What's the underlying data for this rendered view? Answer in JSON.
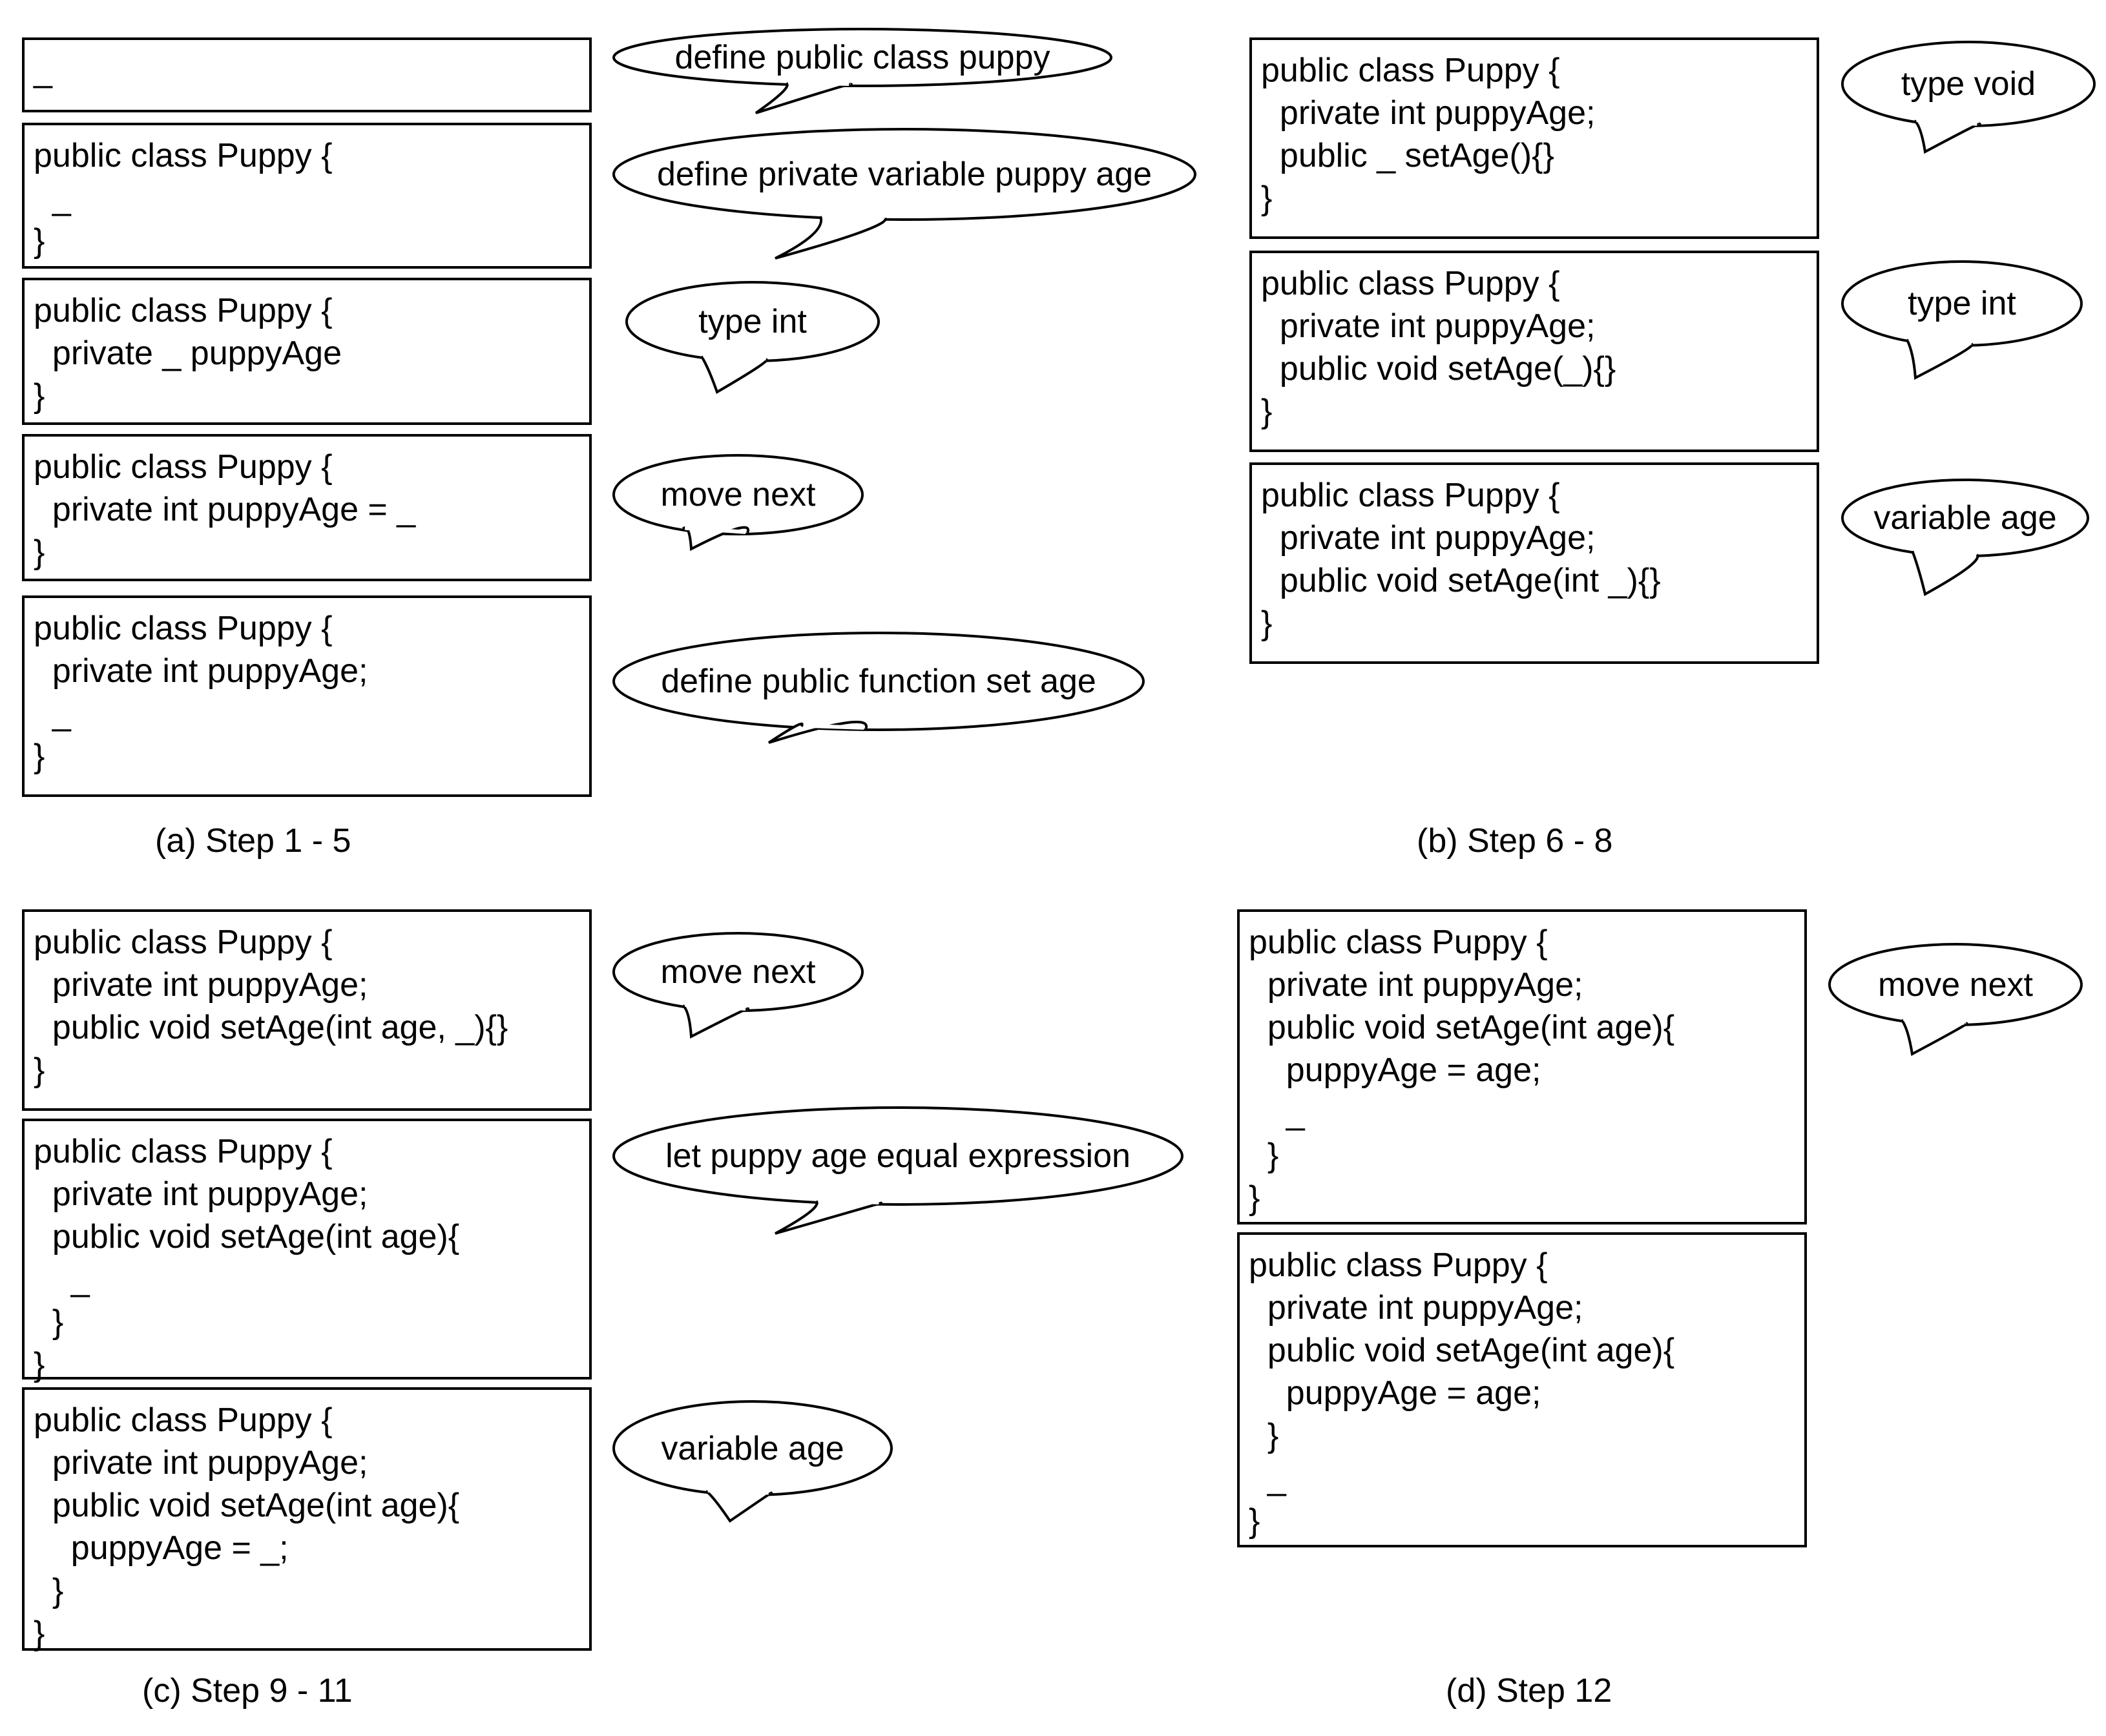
{
  "panels": [
    {
      "id": "a",
      "caption": "(a) Step 1 - 5",
      "steps": [
        {
          "code": [
            "_"
          ],
          "speech": "define public class puppy"
        },
        {
          "code": [
            "public class Puppy {",
            "  _",
            "}"
          ],
          "speech": "define private variable puppy age"
        },
        {
          "code": [
            "public class Puppy {",
            "  private _ puppyAge",
            "}"
          ],
          "speech": "type int"
        },
        {
          "code": [
            "public class Puppy {",
            "  private int puppyAge = _",
            "}"
          ],
          "speech": "move next"
        },
        {
          "code": [
            "public class Puppy {",
            "  private int puppyAge;",
            "  _",
            "}"
          ],
          "speech": "define public function set age"
        }
      ]
    },
    {
      "id": "b",
      "caption": "(b) Step 6 - 8",
      "steps": [
        {
          "code": [
            "public class Puppy {",
            "  private int puppyAge;",
            "  public _ setAge(){}",
            "}"
          ],
          "speech": "type void"
        },
        {
          "code": [
            "public class Puppy {",
            "  private int puppyAge;",
            "  public void setAge(_){}",
            "}"
          ],
          "speech": "type int"
        },
        {
          "code": [
            "public class Puppy {",
            "  private int puppyAge;",
            "  public void setAge(int _){}",
            "}"
          ],
          "speech": "variable age"
        }
      ]
    },
    {
      "id": "c",
      "caption": "(c) Step 9 - 11",
      "steps": [
        {
          "code": [
            "public class Puppy {",
            "  private int puppyAge;",
            "  public void setAge(int age, _){}",
            "}"
          ],
          "speech": "move next"
        },
        {
          "code": [
            "public class Puppy {",
            "  private int puppyAge;",
            "  public void setAge(int age){",
            "    _",
            "  }",
            "}"
          ],
          "speech": "let puppy age equal expression"
        },
        {
          "code": [
            "public class Puppy {",
            "  private int puppyAge;",
            "  public void setAge(int age){",
            "    puppyAge = _;",
            "  }",
            "}"
          ],
          "speech": "variable age"
        }
      ]
    },
    {
      "id": "d",
      "caption": "(d) Step 12",
      "steps": [
        {
          "code": [
            "public class Puppy {",
            "  private int puppyAge;",
            "  public void setAge(int age){",
            "    puppyAge = age;",
            "    _",
            "  }",
            "}"
          ],
          "speech": "move next"
        },
        {
          "code": [
            "public class Puppy {",
            "  private int puppyAge;",
            "  public void setAge(int age){",
            "    puppyAge = age;",
            "  }",
            "  _",
            "}"
          ],
          "speech": null
        }
      ]
    }
  ]
}
